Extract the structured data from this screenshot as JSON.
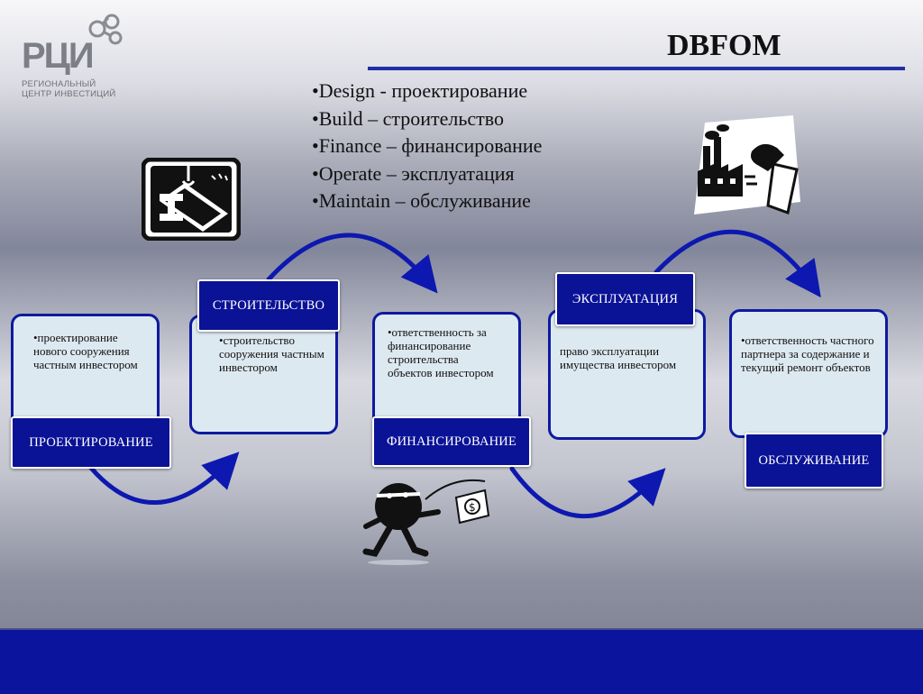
{
  "logo": {
    "word": "РЦИ",
    "line1": "РЕГИОНАЛЬНЫЙ",
    "line2": "ЦЕНТР ИНВЕСТИЦИЙ"
  },
  "title": "DBFOM",
  "bullets": [
    "•Design - проектирование",
    "•Build – строительство",
    "•Finance – финансирование",
    "•Operate – эксплуатация",
    "•Maintain – обслуживание"
  ],
  "phases": [
    {
      "label": "ПРОЕКТИРОВАНИЕ",
      "text": "•проектирование нового сооружения частным инвестором"
    },
    {
      "label": "СТРОИТЕЛЬСТВО",
      "text": "•строительство сооружения частным инвестором"
    },
    {
      "label": "ФИНАНСИРОВАНИЕ",
      "text": "•ответственность за финансирование строительства объектов инвестором"
    },
    {
      "label": "ЭКСПЛУАТАЦИЯ",
      "text": "право эксплуатации имущества инвестором"
    },
    {
      "label": "ОБСЛУЖИВАНИЕ",
      "text": "•ответственность частного партнера за содержание и текущий ремонт объектов"
    }
  ],
  "colors": {
    "accent": "#0a1296",
    "box_fill": "#dde9f0",
    "arrow": "#0d18b0"
  },
  "icons": [
    "construction-beam-icon",
    "factory-handshake-icon",
    "money-thief-icon"
  ]
}
